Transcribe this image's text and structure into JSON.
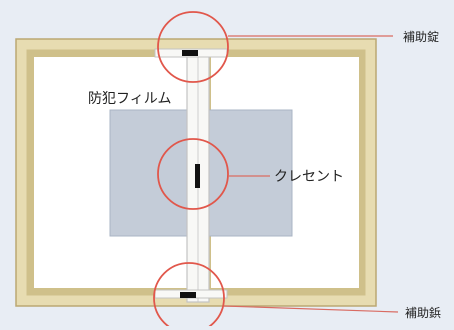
{
  "labels": {
    "film": "防犯フィルム",
    "crescent": "クレセント",
    "aux_plate_top": "補助錠",
    "aux_plate_bottom": "補助鋲"
  },
  "colors": {
    "background": "#e8edf4",
    "outer_frame_fill": "#e7dcb1",
    "outer_frame_stroke": "#bba873",
    "inner_frame_stroke": "#cfc08a",
    "glass_pane": "#ffffff",
    "security_film": "#c4ccd8",
    "security_film_stroke": "#aab4c4",
    "center_frame": "#f8f8f6",
    "center_frame_stroke": "#c3c3c3",
    "lock_mark": "#111111",
    "callout_circle": "#e1574b",
    "leader_line": "#d96b62",
    "label_text": "#222222"
  }
}
